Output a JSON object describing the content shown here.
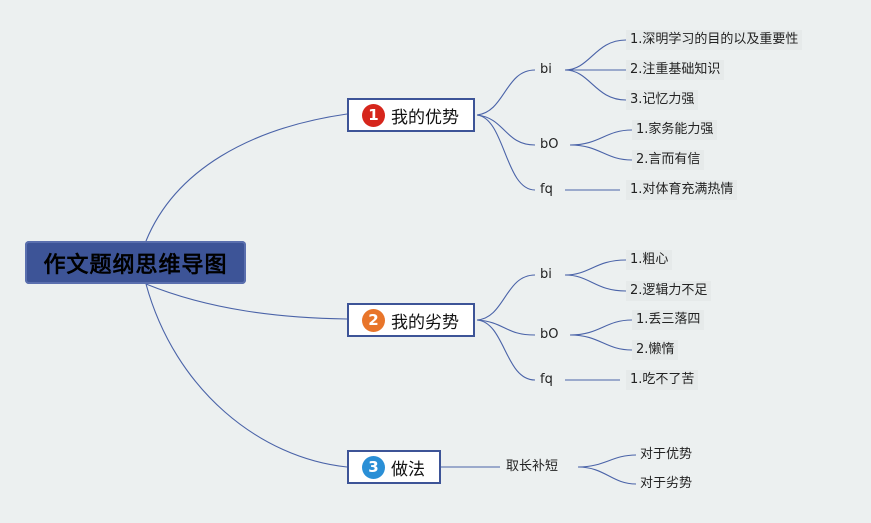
{
  "root": {
    "title": "作文题纲思维导图"
  },
  "branches": [
    {
      "number": "1",
      "color": "#d6261c",
      "label": "我的优势",
      "subs": [
        {
          "label": "bi",
          "leaves": [
            "1.深明学习的目的以及重要性",
            "2.注重基础知识",
            "3.记忆力强"
          ]
        },
        {
          "label": "bO",
          "leaves": [
            "1.家务能力强",
            "2.言而有信"
          ]
        },
        {
          "label": "fq",
          "leaves": [
            "1.对体育充满热情"
          ]
        }
      ]
    },
    {
      "number": "2",
      "color": "#e8752a",
      "label": "我的劣势",
      "subs": [
        {
          "label": "bi",
          "leaves": [
            "1.粗心",
            "2.逻辑力不足"
          ]
        },
        {
          "label": "bO",
          "leaves": [
            "1.丢三落四",
            "2.懒惰"
          ]
        },
        {
          "label": "fq",
          "leaves": [
            "1.吃不了苦"
          ]
        }
      ]
    },
    {
      "number": "3",
      "color": "#2a8fd6",
      "label": "做法",
      "subs": [
        {
          "label": "取长补短",
          "leaves": [
            "对于优势",
            "对于劣势"
          ]
        }
      ]
    }
  ]
}
